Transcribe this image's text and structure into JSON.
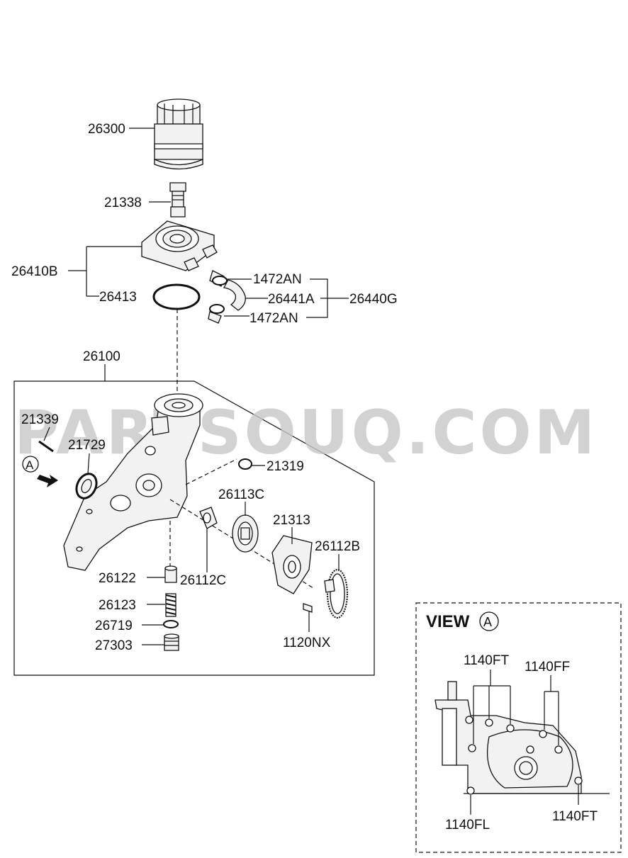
{
  "watermark": "PARTSOUQ.COM",
  "labels": {
    "p26300": "26300",
    "p21338": "21338",
    "p26410B": "26410B",
    "p26413": "26413",
    "p1472AN_top": "1472AN",
    "p26441A": "26441A",
    "p26440G": "26440G",
    "p1472AN_bottom": "1472AN",
    "p26100": "26100",
    "p21339": "21339",
    "p21729": "21729",
    "p21319": "21319",
    "p26113C": "26113C",
    "p21313": "21313",
    "p26112B": "26112B",
    "p26122": "26122",
    "p26112C": "26112C",
    "p26123": "26123",
    "p26719": "26719",
    "p27303": "27303",
    "p1120NX": "1120NX"
  },
  "view_marker": "A",
  "view_panel": {
    "title": "VIEW",
    "marker": "A",
    "labels": {
      "p1140FT_top": "1140FT",
      "p1140FF": "1140FF",
      "p1140FL": "1140FL",
      "p1140FT_bottom": "1140FT"
    }
  }
}
